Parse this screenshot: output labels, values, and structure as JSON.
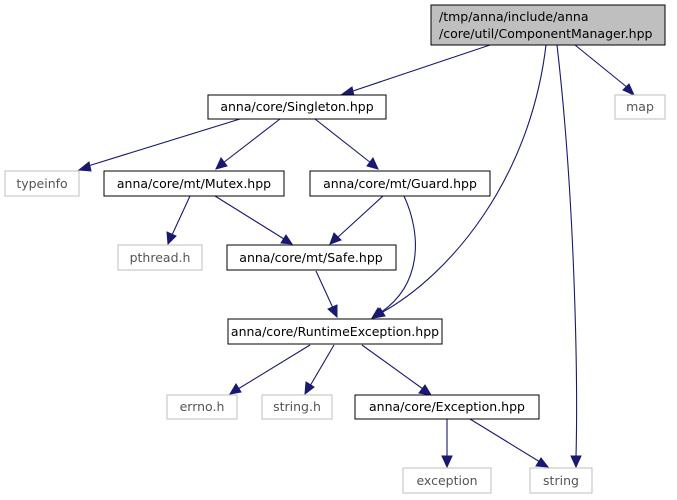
{
  "root": {
    "line1": "/tmp/anna/include/anna",
    "line2": "/core/util/ComponentManager.hpp"
  },
  "nodes": {
    "map": "map",
    "singleton": "anna/core/Singleton.hpp",
    "typeinfo": "typeinfo",
    "mutex": "anna/core/mt/Mutex.hpp",
    "guard": "anna/core/mt/Guard.hpp",
    "pthread": "pthread.h",
    "safe": "anna/core/mt/Safe.hpp",
    "runtime_exception": "anna/core/RuntimeException.hpp",
    "errno": "errno.h",
    "string_h": "string.h",
    "exception_hpp": "anna/core/Exception.hpp",
    "exception": "exception",
    "string": "string"
  },
  "colors": {
    "edge": "#191970",
    "root_fill": "#bfbfbf",
    "node_border": "#000000",
    "external_border": "#bfbfbf",
    "external_text": "#555555"
  }
}
